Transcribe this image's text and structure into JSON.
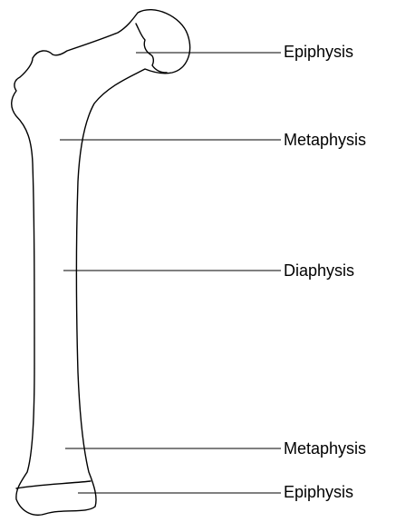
{
  "labels": {
    "epiphysis_top": "Epiphysis",
    "metaphysis_top": "Metaphysis",
    "diaphysis": "Diaphysis",
    "metaphysis_bottom": "Metaphysis",
    "epiphysis_bottom": "Epiphysis"
  }
}
